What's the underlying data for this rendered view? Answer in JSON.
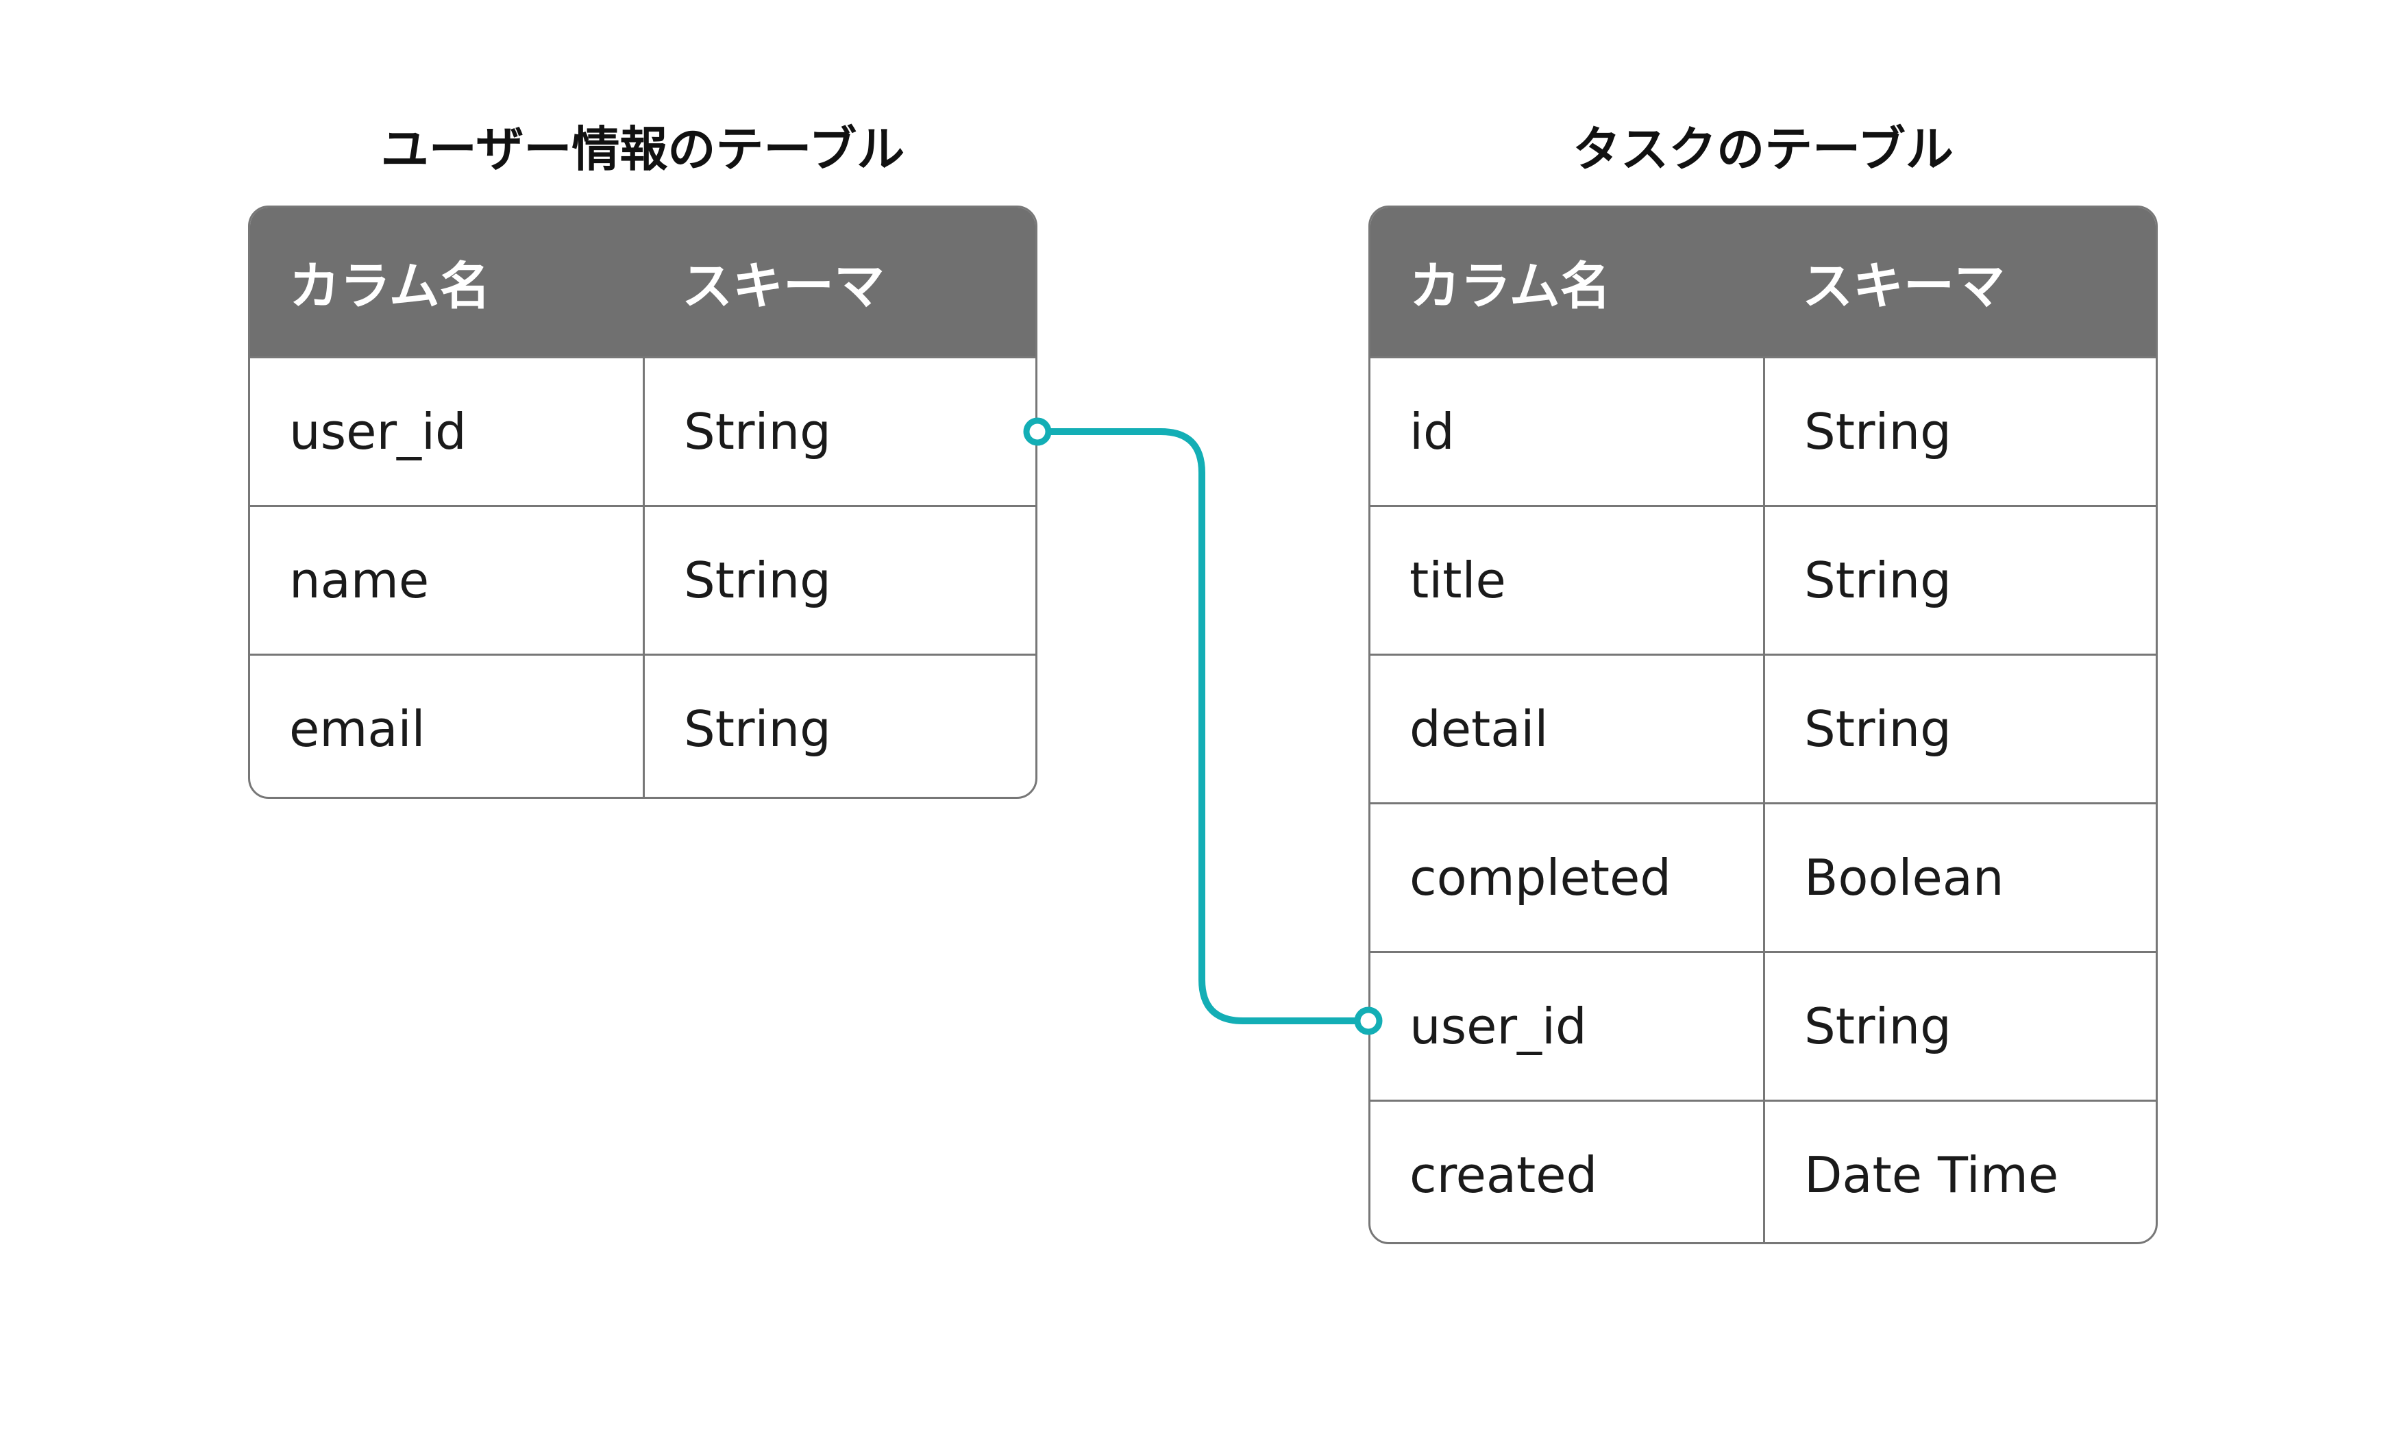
{
  "users_table": {
    "title": "ユーザー情報のテーブル",
    "headers": {
      "column_name": "カラム名",
      "schema": "スキーマ"
    },
    "rows": [
      {
        "name": "user_id",
        "type": "String"
      },
      {
        "name": "name",
        "type": "String"
      },
      {
        "name": "email",
        "type": "String"
      }
    ]
  },
  "tasks_table": {
    "title": "タスクのテーブル",
    "headers": {
      "column_name": "カラム名",
      "schema": "スキーマ"
    },
    "rows": [
      {
        "name": "id",
        "type": "String"
      },
      {
        "name": "title",
        "type": "String"
      },
      {
        "name": "detail",
        "type": "String"
      },
      {
        "name": "completed",
        "type": "Boolean"
      },
      {
        "name": "user_id",
        "type": "String"
      },
      {
        "name": "created",
        "type": "Date Time"
      }
    ]
  },
  "relation": {
    "from": "users_table.user_id",
    "to": "tasks_table.user_id",
    "color": "#13AEB5"
  },
  "colors": {
    "header_bg": "#707070",
    "border": "#777777",
    "text": "#1a1a1a"
  }
}
